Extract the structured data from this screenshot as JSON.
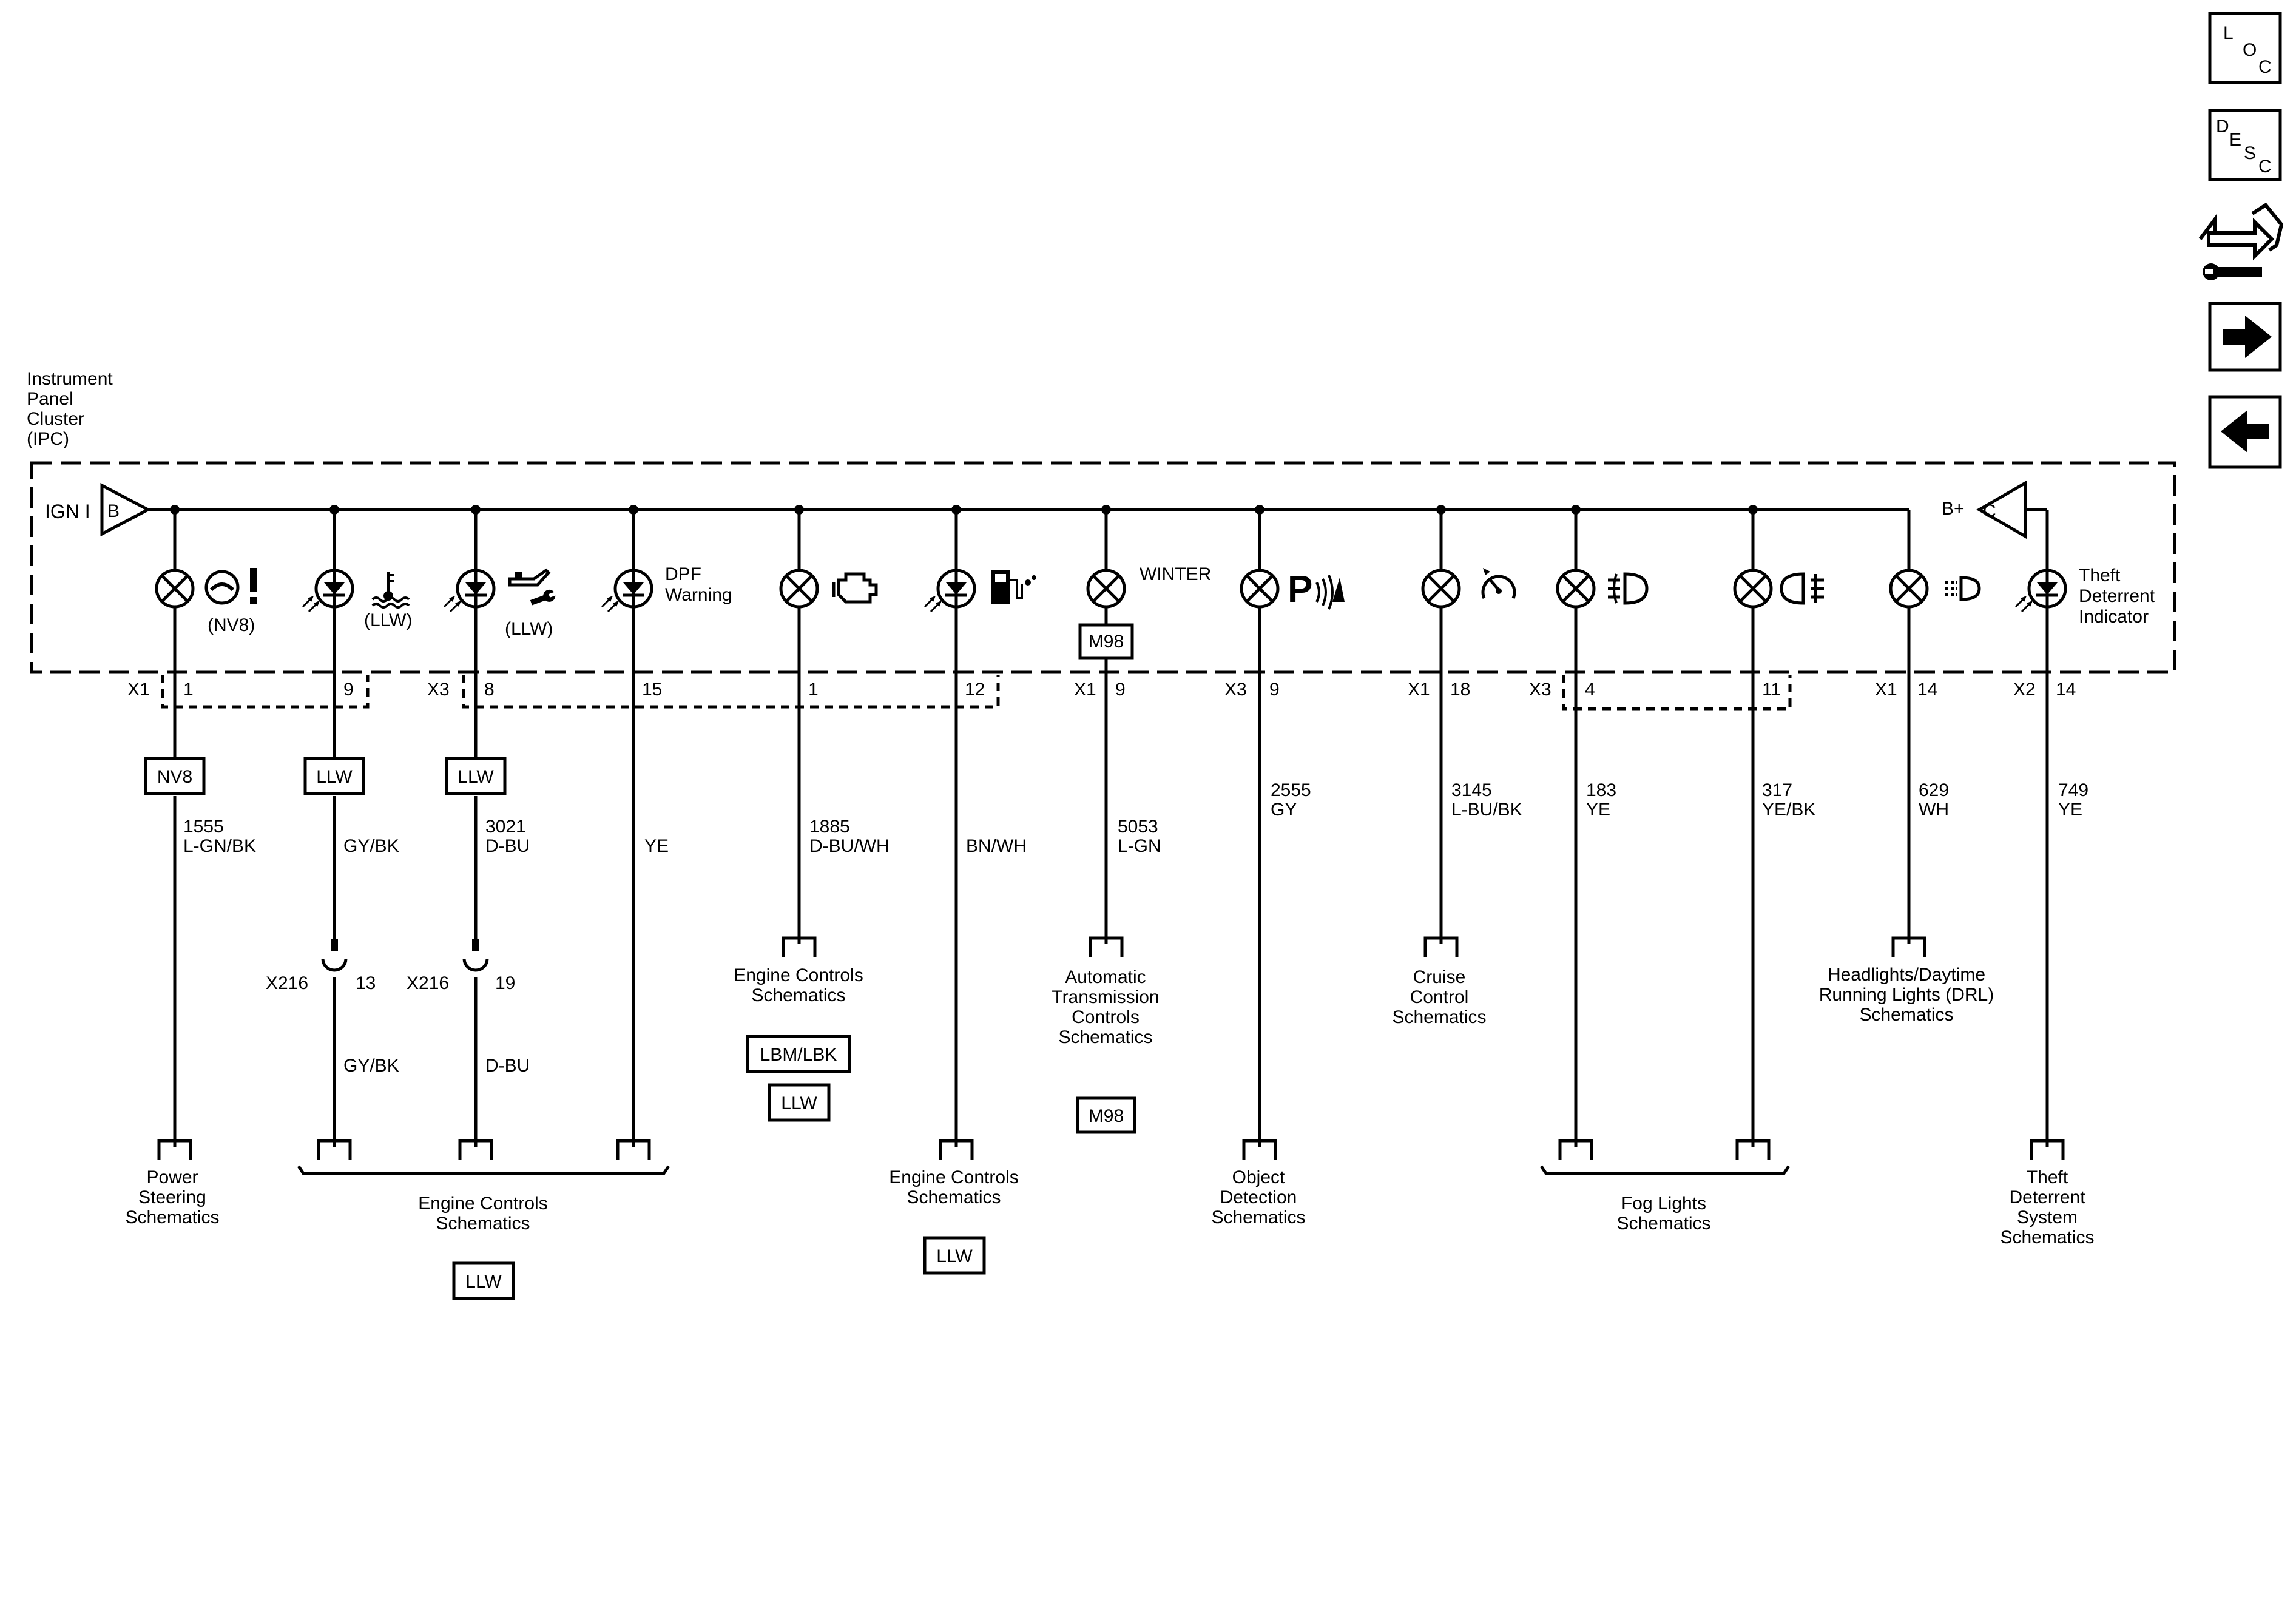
{
  "module": {
    "name_lines": [
      "Instrument",
      "Panel",
      "Cluster",
      "(IPC)"
    ],
    "ign_label": "IGN I",
    "ign_terminal": "B",
    "bplus_label": "B+",
    "bplus_terminal": "C"
  },
  "nav": {
    "loc": [
      "L",
      "O",
      "C"
    ],
    "desc": [
      "D",
      "E",
      "S",
      "C"
    ]
  },
  "lamps": {
    "power_steering_option": "(NV8)",
    "coolant_option": "(LLW)",
    "oil_option": "(LLW)",
    "dpf_lines": [
      "DPF",
      "Warning"
    ],
    "winter": "WINTER",
    "winter_option": "M98",
    "parking_symbol": "P",
    "theft_lines": [
      "Theft",
      "Deterrent",
      "Indicator"
    ]
  },
  "circuits": [
    {
      "connector": "X1",
      "pin": "1",
      "option": "NV8",
      "circuit": "1555",
      "color": "L-GN/BK"
    },
    {
      "connector": "",
      "pin": "9",
      "option": "LLW",
      "circuit": "",
      "color": "GY/BK"
    },
    {
      "connector": "X3",
      "pin": "8",
      "option": "LLW",
      "circuit": "3021",
      "color": "D-BU"
    },
    {
      "connector": "",
      "pin": "15",
      "option": "",
      "circuit": "",
      "color": "YE"
    },
    {
      "connector": "",
      "pin": "1",
      "option": "",
      "circuit": "1885",
      "color": "D-BU/WH"
    },
    {
      "connector": "",
      "pin": "12",
      "option": "",
      "circuit": "",
      "color": "BN/WH"
    },
    {
      "connector": "X1",
      "pin": "9",
      "option": "",
      "circuit": "5053",
      "color": "L-GN"
    },
    {
      "connector": "X3",
      "pin": "9",
      "option": "",
      "circuit": "2555",
      "color": "GY"
    },
    {
      "connector": "X1",
      "pin": "18",
      "option": "",
      "circuit": "3145",
      "color": "L-BU/BK"
    },
    {
      "connector": "X3",
      "pin": "4",
      "option": "",
      "circuit": "183",
      "color": "YE"
    },
    {
      "connector": "",
      "pin": "11",
      "option": "",
      "circuit": "317",
      "color": "YE/BK"
    },
    {
      "connector": "X1",
      "pin": "14",
      "option": "",
      "circuit": "629",
      "color": "WH"
    },
    {
      "connector": "X2",
      "pin": "14",
      "option": "",
      "circuit": "749",
      "color": "YE"
    }
  ],
  "inline_connectors": [
    {
      "name": "X216",
      "pin": "13",
      "color": "GY/BK"
    },
    {
      "name": "X216",
      "pin": "19",
      "color": "D-BU"
    }
  ],
  "destinations": {
    "power_steering": [
      "Power",
      "Steering",
      "Schematics"
    ],
    "engine_controls_1": [
      "Engine Controls",
      "Schematics"
    ],
    "engine_controls_1_option": "LLW",
    "engine_controls_2": [
      "Engine Controls",
      "Schematics"
    ],
    "engine_controls_2_options": [
      "LBM/LBK",
      "LLW"
    ],
    "engine_controls_3": [
      "Engine Controls",
      "Schematics"
    ],
    "engine_controls_3_option": "LLW",
    "automatic_transmission": [
      "Automatic",
      "Transmission",
      "Controls",
      "Schematics"
    ],
    "automatic_transmission_option": "M98",
    "object_detection": [
      "Object",
      "Detection",
      "Schematics"
    ],
    "cruise_control": [
      "Cruise",
      "Control",
      "Schematics"
    ],
    "fog_lights": [
      "Fog Lights",
      "Schematics"
    ],
    "headlights": [
      "Headlights/Daytime",
      "Running Lights (DRL)",
      "Schematics"
    ],
    "theft_deterrent": [
      "Theft",
      "Deterrent",
      "System",
      "Schematics"
    ]
  }
}
